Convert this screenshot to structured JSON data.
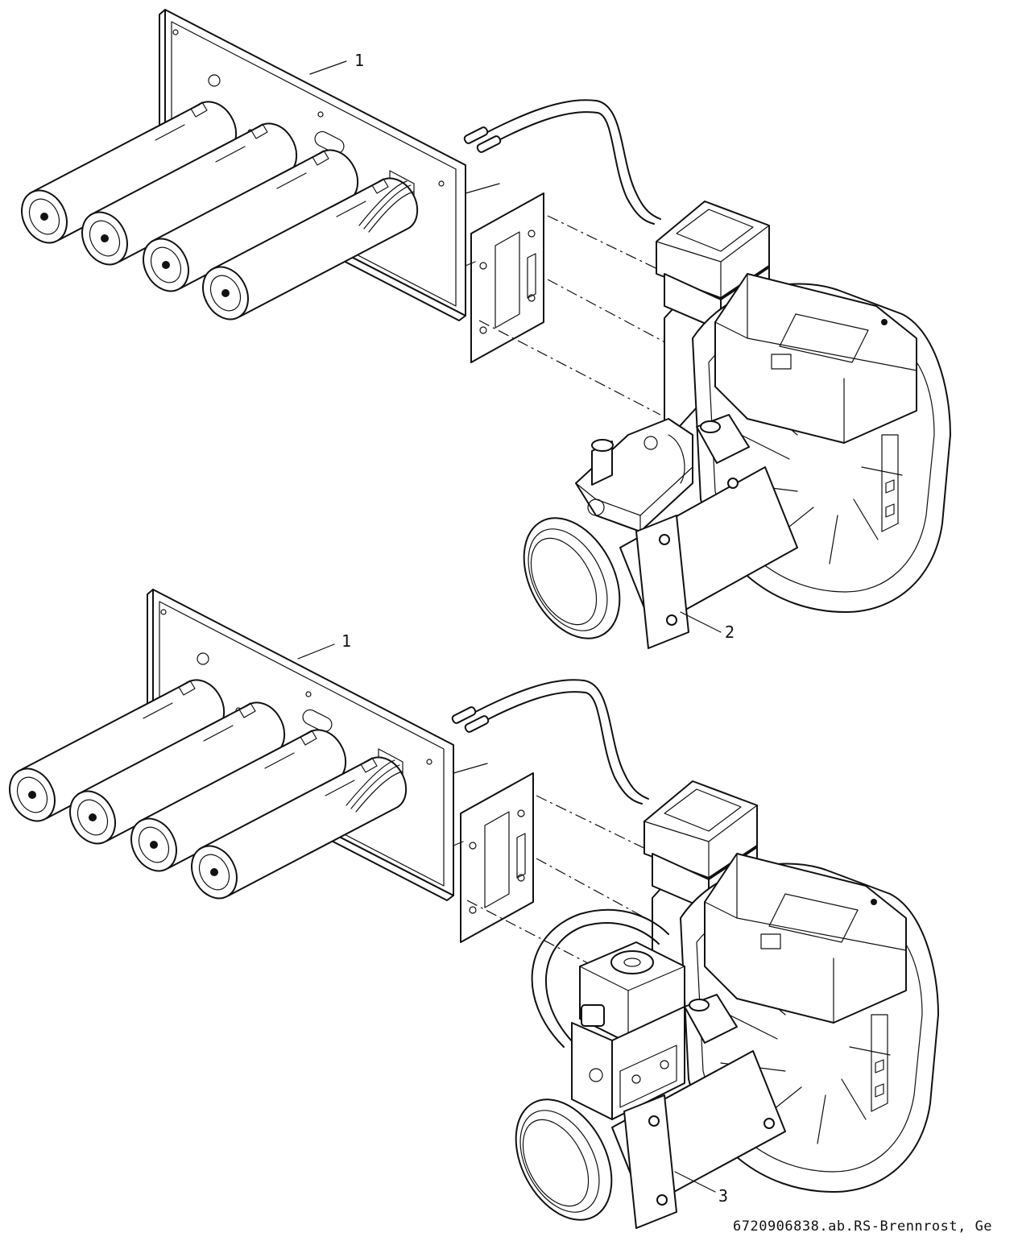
{
  "figure": {
    "callouts": {
      "top_plate": "1",
      "top_assembly": "2",
      "bottom_plate": "1",
      "bottom_assembly": "3"
    },
    "footer_id": "6720906838.ab.RS-Brennrost, Ge"
  }
}
